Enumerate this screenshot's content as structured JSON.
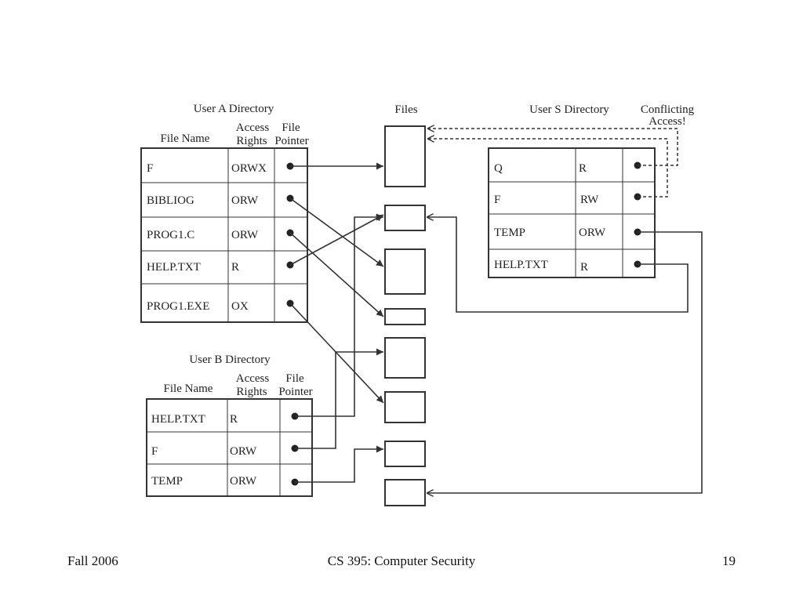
{
  "headings": {
    "user_a": "User A Directory",
    "user_b": "User B Directory",
    "user_s": "User S Directory",
    "files": "Files",
    "conflict_line1": "Conflicting",
    "conflict_line2": "Access!"
  },
  "column_headers": {
    "file_name": "File Name",
    "access_line1": "Access",
    "access_line2": "Rights",
    "pointer_line1": "File",
    "pointer_line2": "Pointer"
  },
  "user_a_rows": [
    {
      "name": "F",
      "rights": "ORWX"
    },
    {
      "name": "BIBLIOG",
      "rights": "ORW"
    },
    {
      "name": "PROG1.C",
      "rights": "ORW"
    },
    {
      "name": "HELP.TXT",
      "rights": "R"
    },
    {
      "name": "PROG1.EXE",
      "rights": "OX"
    }
  ],
  "user_b_rows": [
    {
      "name": "HELP.TXT",
      "rights": "R"
    },
    {
      "name": "F",
      "rights": "ORW"
    },
    {
      "name": "TEMP",
      "rights": "ORW"
    }
  ],
  "user_s_rows": [
    {
      "name": "Q",
      "rights": "R"
    },
    {
      "name": "F",
      "rights": "RW"
    },
    {
      "name": "TEMP",
      "rights": "ORW"
    },
    {
      "name": "HELP.TXT",
      "rights": "R"
    }
  ],
  "footer": {
    "left": "Fall 2006",
    "center": "CS 395: Computer Security",
    "right": "19"
  }
}
